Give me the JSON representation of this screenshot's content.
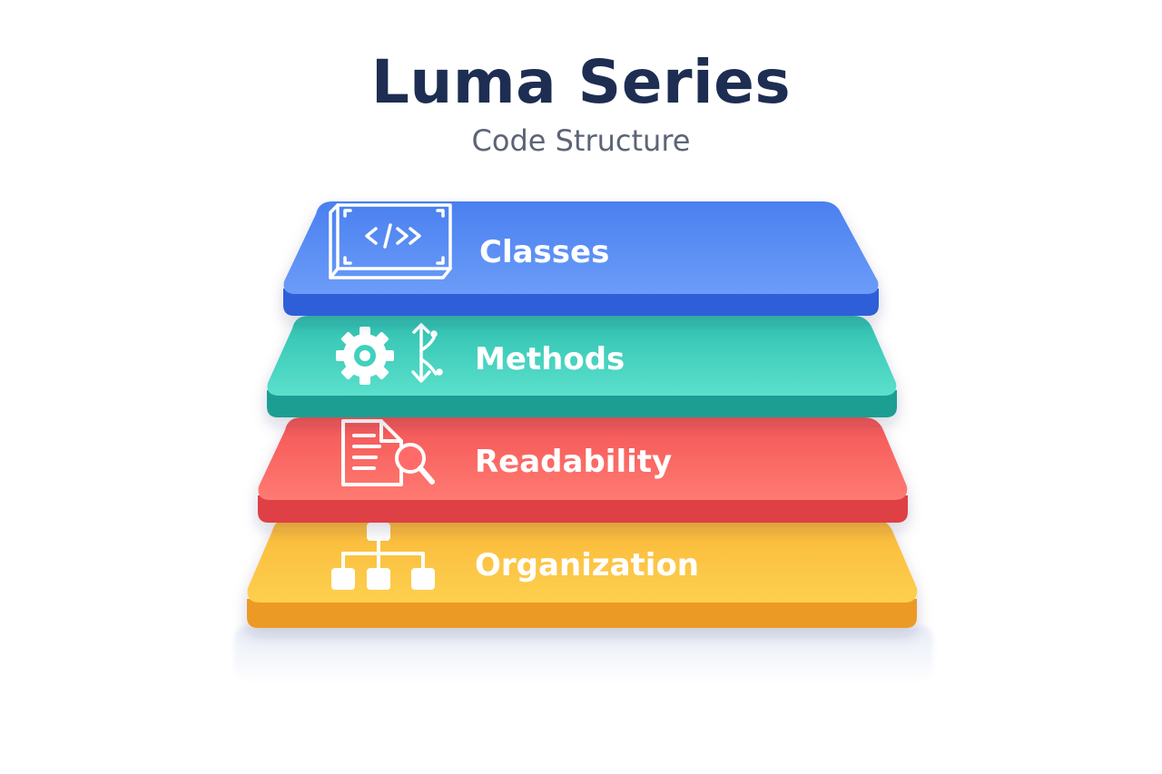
{
  "header": {
    "title": "Luma Series",
    "subtitle": "Code Structure"
  },
  "layers": [
    {
      "label": "Classes",
      "icon": "code-book-icon",
      "top_color": "#5b8ff5",
      "edge_color": "#2f5fd8"
    },
    {
      "label": "Methods",
      "icon": "gear-branch-icon",
      "top_color": "#3fd1bd",
      "edge_color": "#1a9e93"
    },
    {
      "label": "Readability",
      "icon": "document-search-icon",
      "top_color": "#ff6b68",
      "edge_color": "#de3f45"
    },
    {
      "label": "Organization",
      "icon": "hierarchy-icon",
      "top_color": "#fcc540",
      "edge_color": "#ec9a27"
    }
  ]
}
